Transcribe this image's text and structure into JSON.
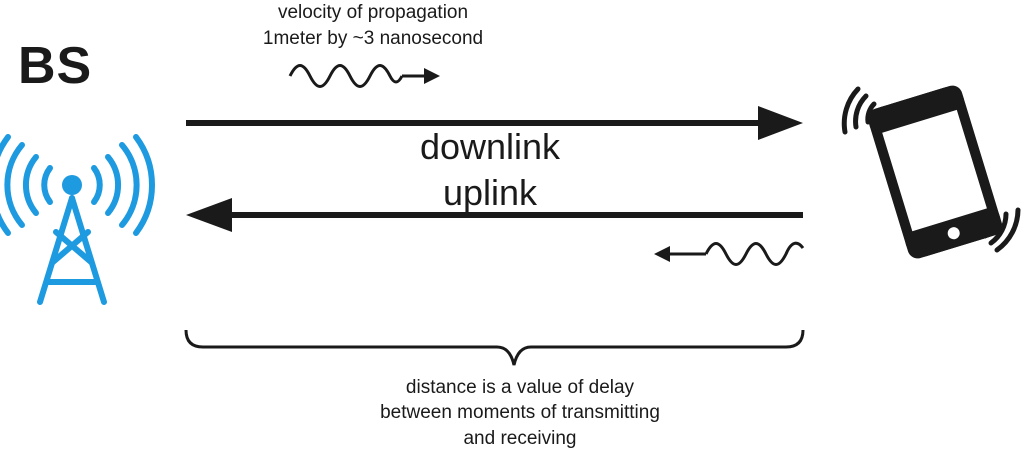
{
  "labels": {
    "base_station": "BS",
    "propagation_line1": "velocity of propagation",
    "propagation_line2": "1meter by ~3 nanosecond",
    "downlink": "downlink",
    "uplink": "uplink",
    "caption_line1": "distance is a value of  delay",
    "caption_line2": "between moments of transmitting",
    "caption_line3": "and receiving"
  },
  "icons": {
    "tower": "radio-tower-icon",
    "phone": "smartphone-icon",
    "wave": "signal-wave-icon"
  },
  "colors": {
    "tower": "#1e9ae0",
    "line": "#1a1a1a"
  }
}
